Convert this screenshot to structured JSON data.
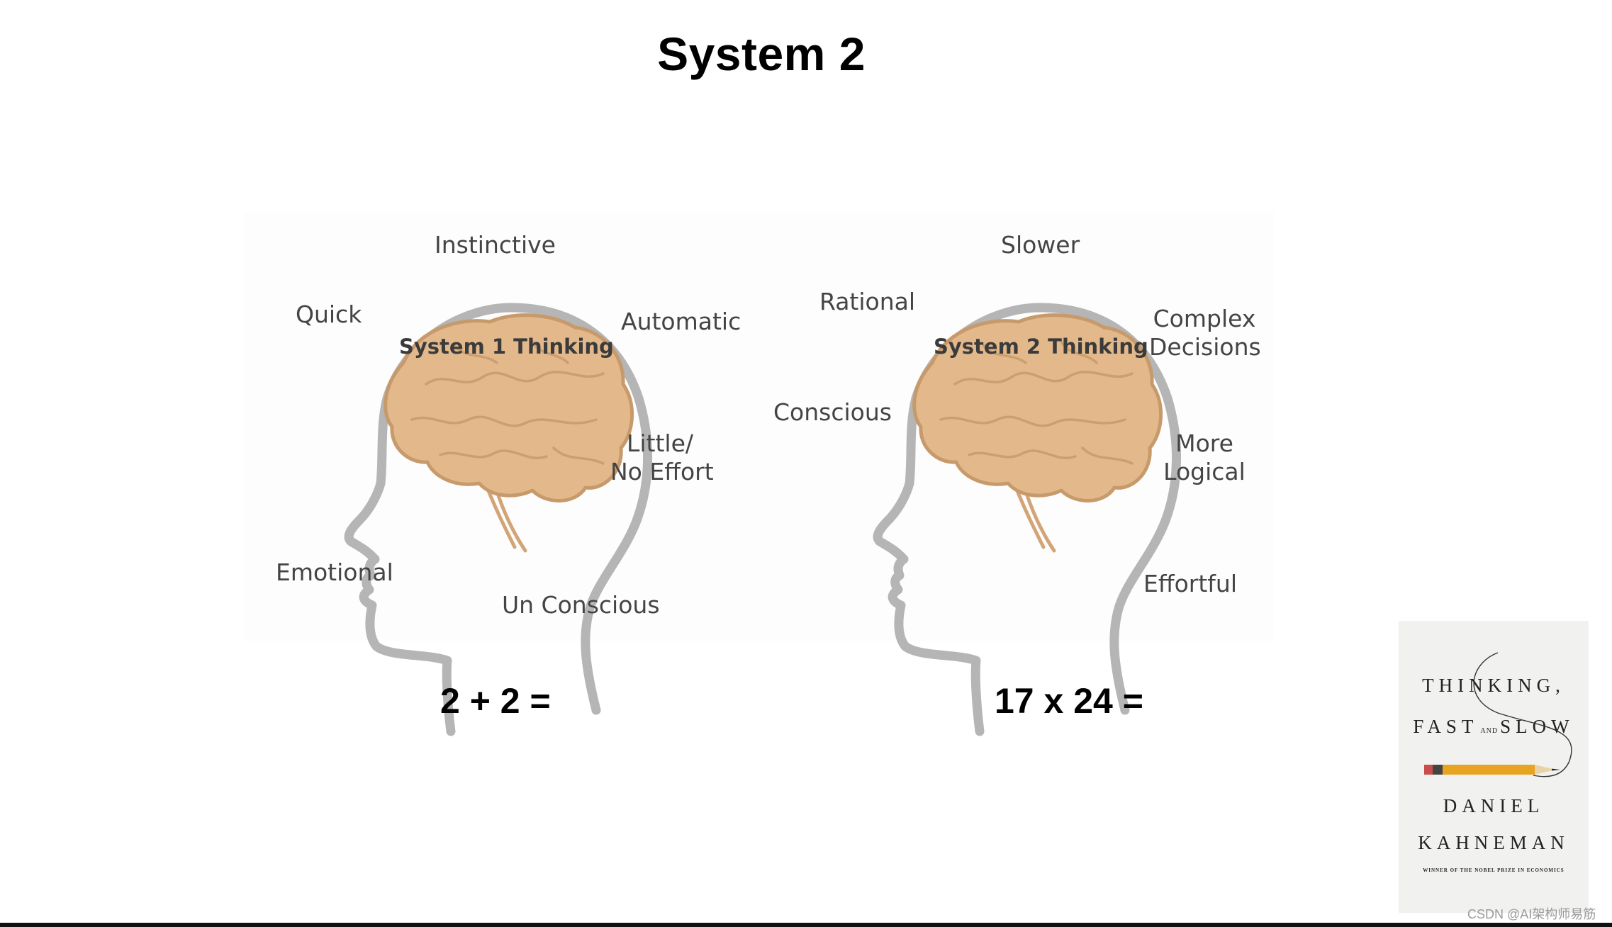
{
  "slide": {
    "title": "System 2"
  },
  "system1": {
    "title": "System 1 Thinking",
    "labels": {
      "instinctive": "Instinctive",
      "quick": "Quick",
      "automatic": "Automatic",
      "little_effort_line1": "Little/",
      "little_effort_line2": "No Effort",
      "emotional": "Emotional",
      "unconscious": "Un Conscious"
    },
    "equation": "2 + 2 ="
  },
  "system2": {
    "title": "System 2 Thinking",
    "labels": {
      "slower": "Slower",
      "rational": "Rational",
      "complex_line1": "Complex",
      "complex_line2": "Decisions",
      "conscious": "Conscious",
      "logical_line1": "More",
      "logical_line2": "Logical",
      "effortful": "Effortful"
    },
    "equation": "17 x 24 ="
  },
  "book": {
    "title_line1": "THINKING,",
    "title_fast": "FAST",
    "title_and": "AND",
    "title_slow": "SLOW",
    "author_first": "DANIEL",
    "author_last": "KAHNEMAN",
    "tagline": "WINNER OF THE NOBEL PRIZE IN ECONOMICS"
  },
  "watermark": "CSDN @AI架构师易筋",
  "colors": {
    "brain_fill": "#e3b98c",
    "brain_stroke": "#c79a6b",
    "head_outline": "#b5b5b5",
    "label_text": "#444444",
    "pencil": "#e8a321"
  }
}
